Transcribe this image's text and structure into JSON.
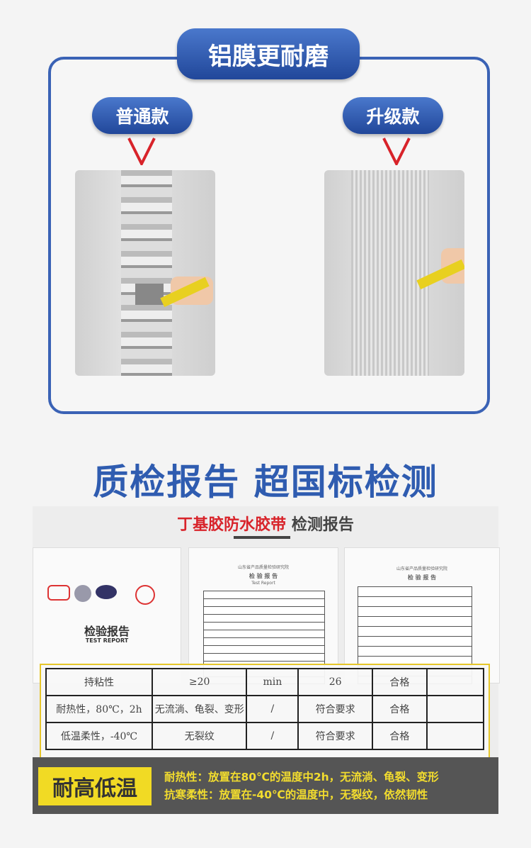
{
  "title": "铝膜更耐磨",
  "compare": [
    {
      "label": "普通款"
    },
    {
      "label": "升级款"
    }
  ],
  "heading": "质检报告  超国标检测",
  "report": {
    "title_red": "丁基胶防水胶带",
    "title_dark": " 检测报告",
    "doc1": {
      "title": "检验报告",
      "subtitle": "TEST REPORT"
    },
    "doc2": {
      "org": "山东省产品质量检验研究院",
      "title": "检 验 报 告",
      "subtitle": "Test Report"
    },
    "doc3": {
      "org": "山东省产品质量检验研究院",
      "title": "检 验 报 告"
    },
    "table": [
      [
        "持粘性",
        "≥20",
        "min",
        "26",
        "合格",
        ""
      ],
      [
        "耐热性，80℃，2h",
        "无流淌、龟裂、变形",
        "/",
        "符合要求",
        "合格",
        ""
      ],
      [
        "低温柔性，-40℃",
        "无裂纹",
        "/",
        "符合要求",
        "合格",
        ""
      ]
    ],
    "banner": {
      "label": "耐高低温",
      "line1": "耐热性：放置在80℃的温度中2h，无流淌、龟裂、变形",
      "line2": "抗寒柔性：放置在-40℃的温度中，无裂纹，依然韧性"
    }
  },
  "colors": {
    "blue": "#3a62b5",
    "red": "#d8232a",
    "yellow": "#f1da24"
  }
}
